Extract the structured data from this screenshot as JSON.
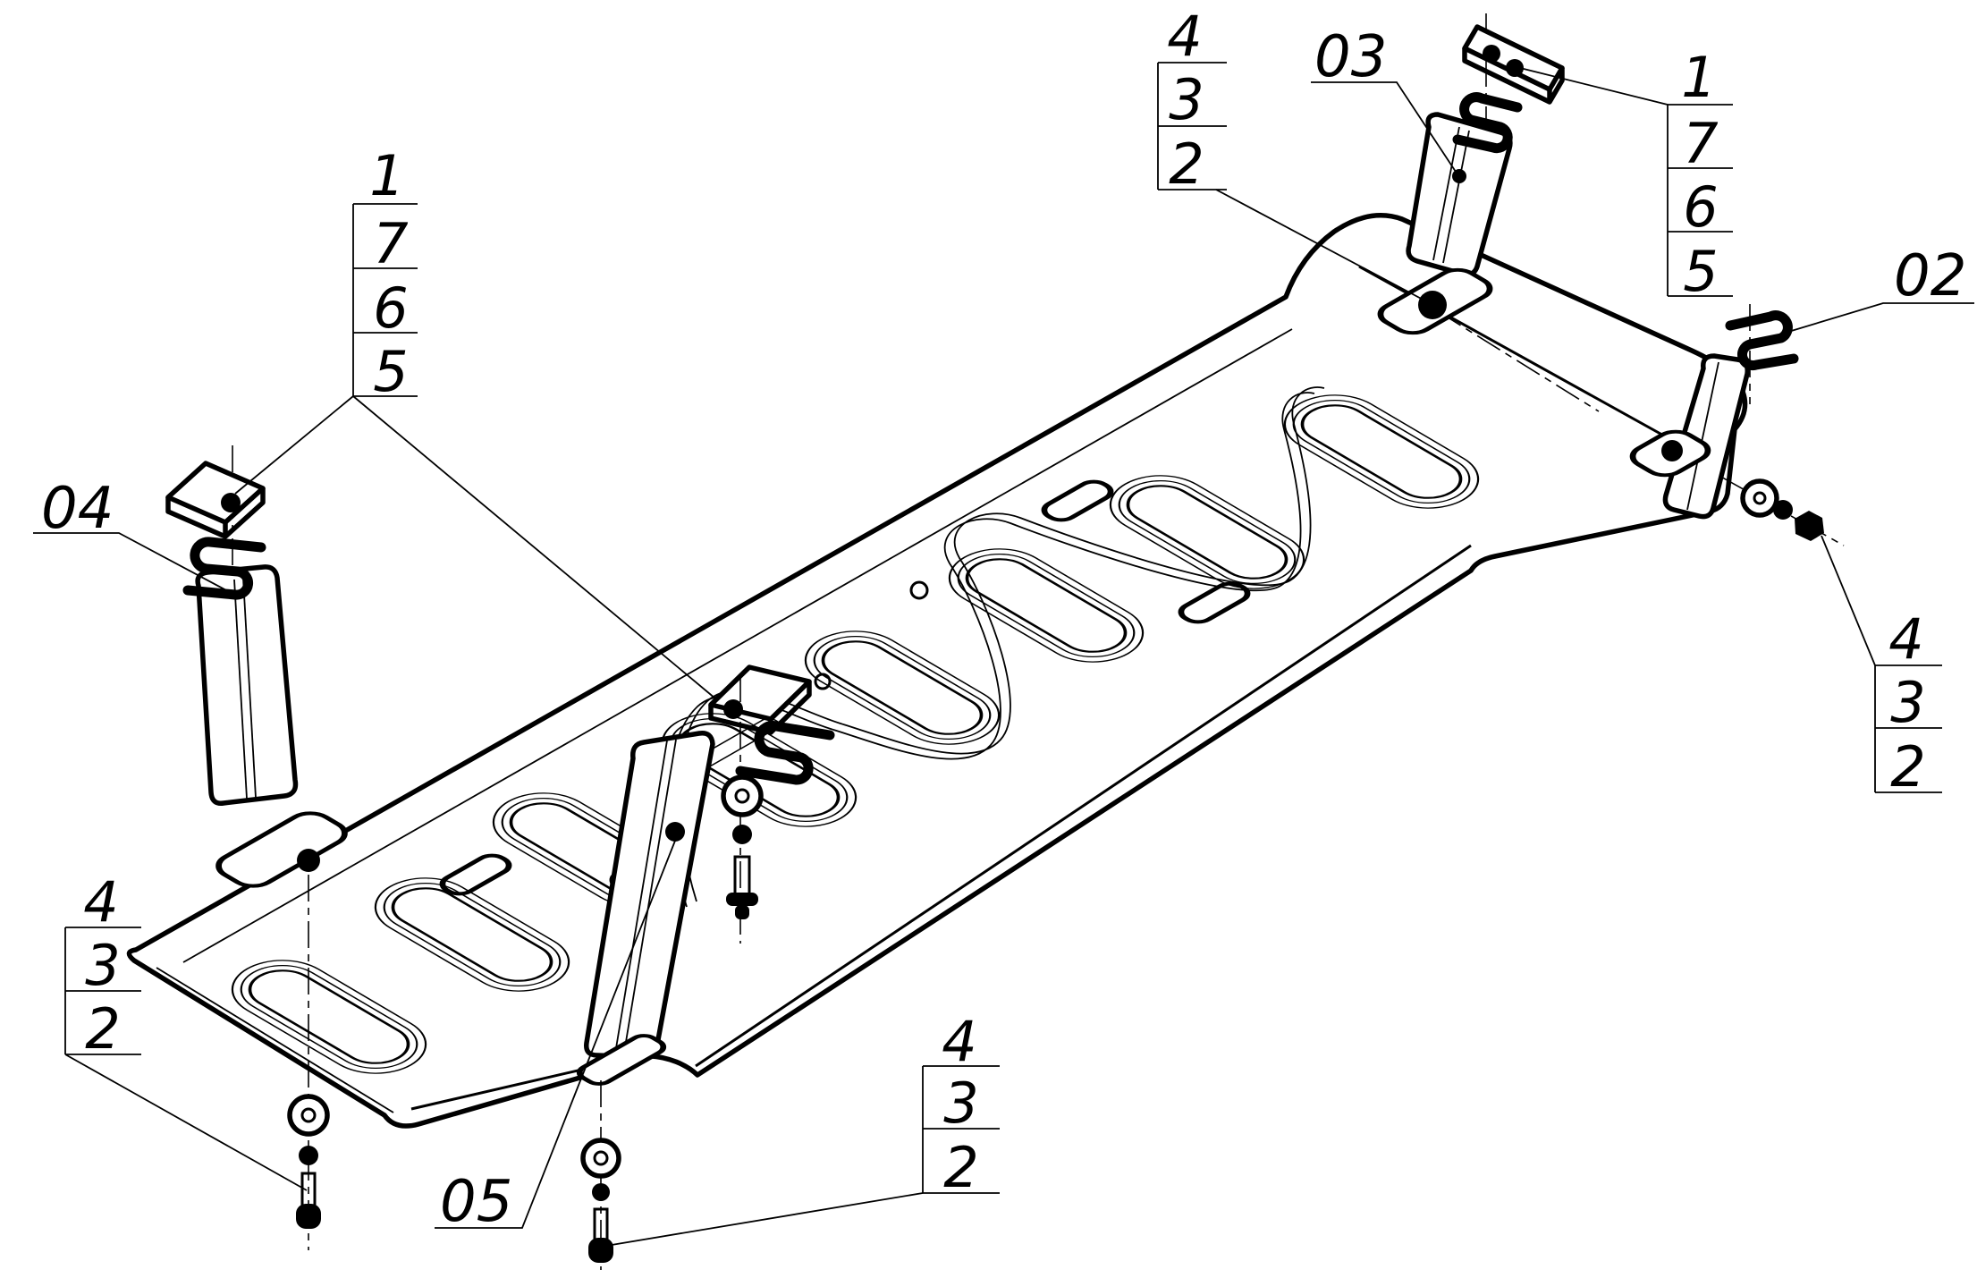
{
  "drawing": {
    "background": "#ffffff",
    "line_color": "#000000"
  },
  "part_labels": {
    "bracket_left": "04",
    "bracket_center": "05",
    "bracket_top": "03",
    "bracket_right": "02"
  },
  "callout_stacks": {
    "left_plate_fasteners": {
      "items": [
        "1",
        "7",
        "6",
        "5"
      ]
    },
    "right_plate_fasteners": {
      "items": [
        "1",
        "7",
        "6",
        "5"
      ]
    },
    "top_bracket_fasteners": {
      "items": [
        "4",
        "3",
        "2"
      ]
    },
    "right_bracket_fasteners": {
      "items": [
        "4",
        "3",
        "2"
      ]
    },
    "bottom_left_fasteners": {
      "items": [
        "4",
        "3",
        "2"
      ]
    },
    "bottom_center_fasteners": {
      "items": [
        "4",
        "3",
        "2"
      ]
    }
  }
}
